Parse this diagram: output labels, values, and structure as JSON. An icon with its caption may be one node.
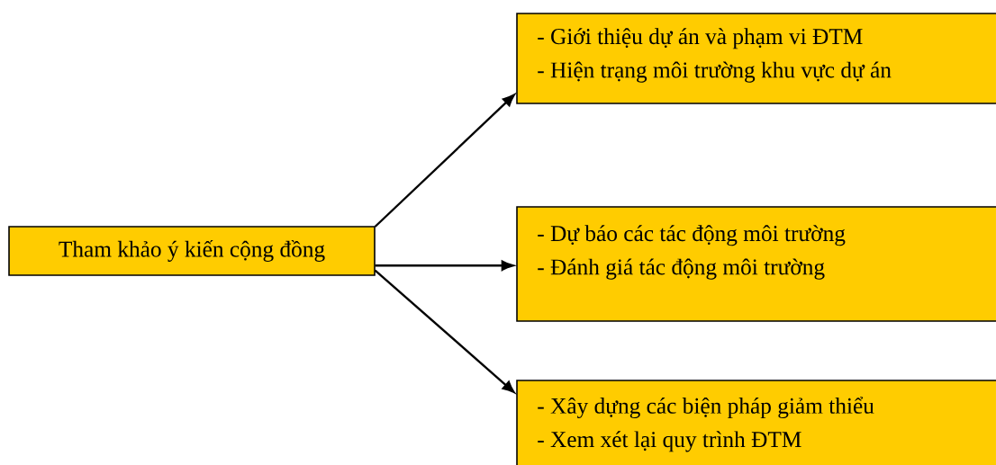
{
  "diagram": {
    "nodes": [
      {
        "text": [
          "Tham khảo ý kiến cộng đồng"
        ]
      },
      {
        "text": [
          "- Giới thiệu dự án và phạm vi ĐTM",
          "- Hiện trạng môi trường khu vực dự án"
        ]
      },
      {
        "text": [
          "- Dự báo các tác động môi trường",
          "- Đánh giá tác động môi trường"
        ]
      },
      {
        "text": [
          "- Xây dựng các biện pháp giảm thiểu",
          "- Xem xét lại quy trình ĐTM"
        ]
      }
    ],
    "edges": [
      {
        "from": 0,
        "to": 1,
        "arrow": "to"
      },
      {
        "from": 0,
        "to": 2,
        "arrow": "to"
      },
      {
        "from": 0,
        "to": 3,
        "arrow": "to"
      }
    ]
  }
}
